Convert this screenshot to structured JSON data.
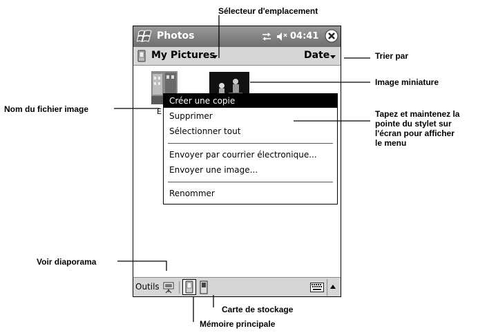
{
  "titlebar": {
    "app_title": "Photos",
    "clock": "04:41"
  },
  "location_bar": {
    "folder": "My Pictures",
    "sort": "Date"
  },
  "files": {
    "first_name_fragment": "E"
  },
  "context_menu": {
    "items": [
      "Créer une copie",
      "Supprimer",
      "Sélectionner tout",
      "Envoyer par courrier électronique...",
      "Envoyer une image...",
      "Renommer"
    ]
  },
  "bottom_bar": {
    "tools_label": "Outils"
  },
  "callouts": {
    "location_selector": "Sélecteur d'emplacement",
    "sort_by": "Trier par",
    "thumbnail": "Image miniature",
    "file_name": "Nom du fichier image",
    "tap_hold_1": "Tapez et maintenez la",
    "tap_hold_2": "pointe du stylet sur",
    "tap_hold_3": "l'écran pour afficher",
    "tap_hold_4": "le menu",
    "slideshow": "Voir diaporama",
    "storage_card": "Carte de stockage",
    "main_memory": "Mémoire principale"
  },
  "colors": {
    "titlebar": "#7f7f7f",
    "bars": "#d6d6d6",
    "menu_highlight": "#000000"
  }
}
